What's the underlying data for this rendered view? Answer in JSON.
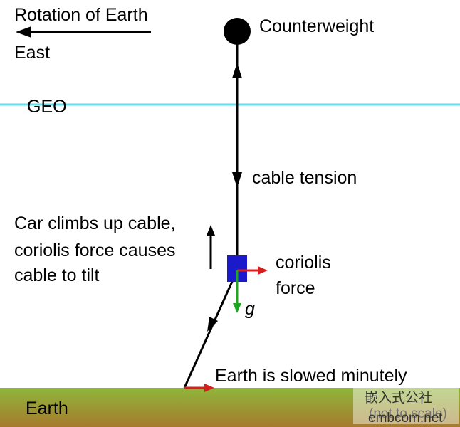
{
  "labels": {
    "rotation": "Rotation of Earth",
    "east": "East",
    "counterweight": "Counterweight",
    "geo": "GEO",
    "cable_tension": "cable tension",
    "car_line1": "Car climbs up cable,",
    "car_line2": "coriolis force causes",
    "car_line3": "cable to tilt",
    "coriolis_line1": "coriolis",
    "coriolis_line2": "force",
    "gravity": "g",
    "earth_slowed": "Earth is slowed minutely",
    "earth": "Earth",
    "not_to_scale": "(not to scale)"
  },
  "watermark": {
    "line1": "嵌入式公社",
    "line2": "embcom.net"
  },
  "colors": {
    "geo_line": "#5ee0ee",
    "climber": "#1a1acc",
    "coriolis_arrow": "#d42020",
    "gravity_arrow": "#1fa51f",
    "earth_top": "#8fb63a",
    "earth_bottom": "#a67a2e"
  }
}
